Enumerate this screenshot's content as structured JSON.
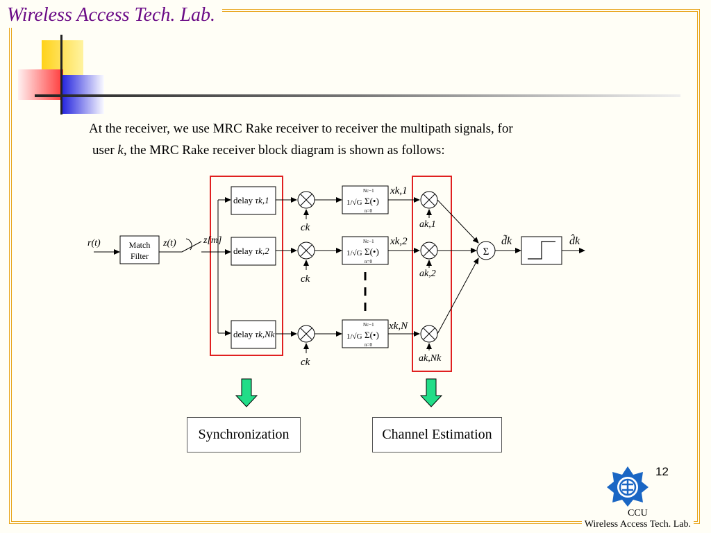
{
  "header": {
    "title": "Wireless Access Tech. Lab."
  },
  "intro": {
    "line1": "At the receiver, we use MRC Rake receiver to receiver the multipath signals, for",
    "line2_prefix": "user ",
    "line2_var": "k,",
    "line2_rest": " the MRC Rake receiver block diagram is shown as follows:"
  },
  "diagram": {
    "input_signal": "r(t)",
    "match_filter": [
      "Match",
      "Filter"
    ],
    "filtered_signal": "z(t)",
    "sampled_signal": "z[m]",
    "delay_word": "delay",
    "delay_taus": [
      "τk,1",
      "τk,2",
      "τk,Nk"
    ],
    "spreading_code": "ck",
    "accumulator_fraction": "1/√G",
    "accumulator_sum": "Σ(•)",
    "accumulator_limits": [
      "Nc−1",
      "n=0"
    ],
    "branch_outputs": [
      "xk,1",
      "xk,2",
      "xk,N"
    ],
    "weights": [
      "ak,1",
      "ak,2",
      "ak,Nk"
    ],
    "combiner": "Σ",
    "soft_output": "d̃k",
    "hard_output": "d̂k"
  },
  "labels": {
    "synchronization": "Synchronization",
    "channel_estimation": "Channel Estimation"
  },
  "page_number": "12",
  "footer": {
    "org": "CCU",
    "lab": "Wireless Access Tech. Lab."
  },
  "colors": {
    "title": "#6a0a86",
    "frame": "#e8a317",
    "highlight_box": "#e02020",
    "down_arrow": "#22dd88",
    "logo": "#1a66c4"
  }
}
